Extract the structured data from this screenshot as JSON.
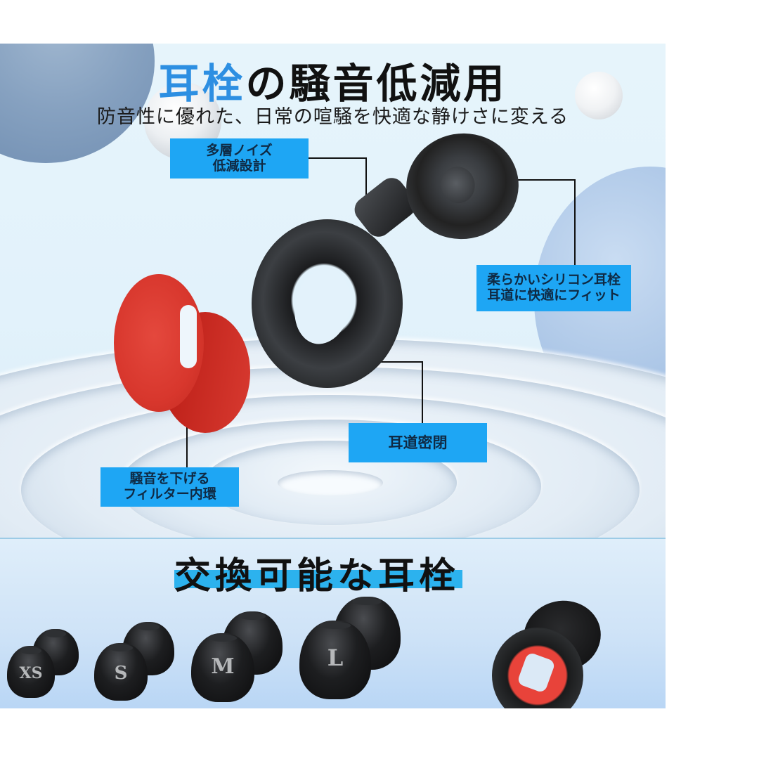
{
  "header": {
    "title_accent": "耳栓",
    "title_rest": "の騒音低減用",
    "subtitle": "防音性に優れた、日常の喧騒を快適な静けさに変える"
  },
  "callouts": {
    "multilayer": {
      "line1": "多層ノイズ",
      "line2": "低減設計"
    },
    "soft_silicone": {
      "line1": "柔らかいシリコン耳栓",
      "line2": "耳道に快適にフィット"
    },
    "ear_seal": {
      "line1": "耳道密閉"
    },
    "filter_ring": {
      "line1": "騒音を下げる",
      "line2": "フィルター内環"
    }
  },
  "bottom": {
    "title": "交換可能な耳栓",
    "sizes": [
      {
        "label": "XS"
      },
      {
        "label": "S"
      },
      {
        "label": "M"
      },
      {
        "label": "L"
      }
    ]
  },
  "colors": {
    "accent_blue": "#2d8fe2",
    "label_bg": "#1ea6f4",
    "label_text": "#0f2a44",
    "underline_bar": "#2cb2ee",
    "filter_red": "#d8372d",
    "silicone_black": "#1b1c1e"
  }
}
